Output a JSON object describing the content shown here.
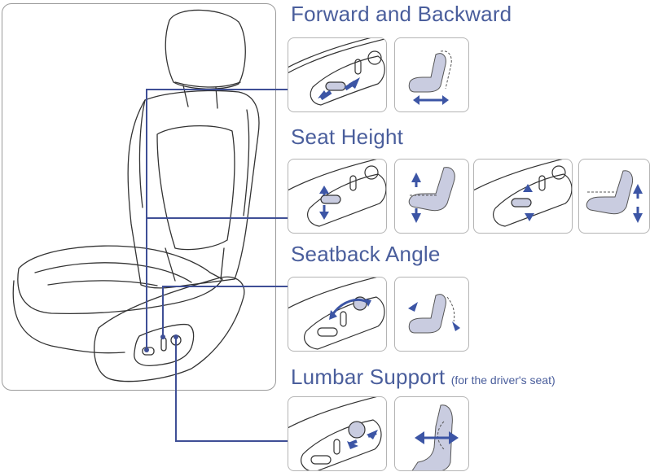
{
  "colors": {
    "heading_text": "#4a5e9c",
    "leader_line": "#3f4f96",
    "arrow": "#3c55a5",
    "seat_fill": "#c9cce0",
    "outline": "#333333",
    "frame": "#b4b4b4"
  },
  "sections": [
    {
      "id": "forward-backward",
      "title": "Forward and Backward",
      "note": ""
    },
    {
      "id": "seat-height",
      "title": "Seat Height",
      "note": ""
    },
    {
      "id": "seatback-angle",
      "title": "Seatback Angle",
      "note": ""
    },
    {
      "id": "lumbar-support",
      "title": "Lumbar Support",
      "note": "(for the driver's seat)"
    }
  ],
  "icons": {
    "seat": "car-seat-illustration",
    "switch_panel": "seat-switch-panel-icon",
    "seat_motion": "seat-motion-icon",
    "arrow": "blue-arrow-icon"
  }
}
